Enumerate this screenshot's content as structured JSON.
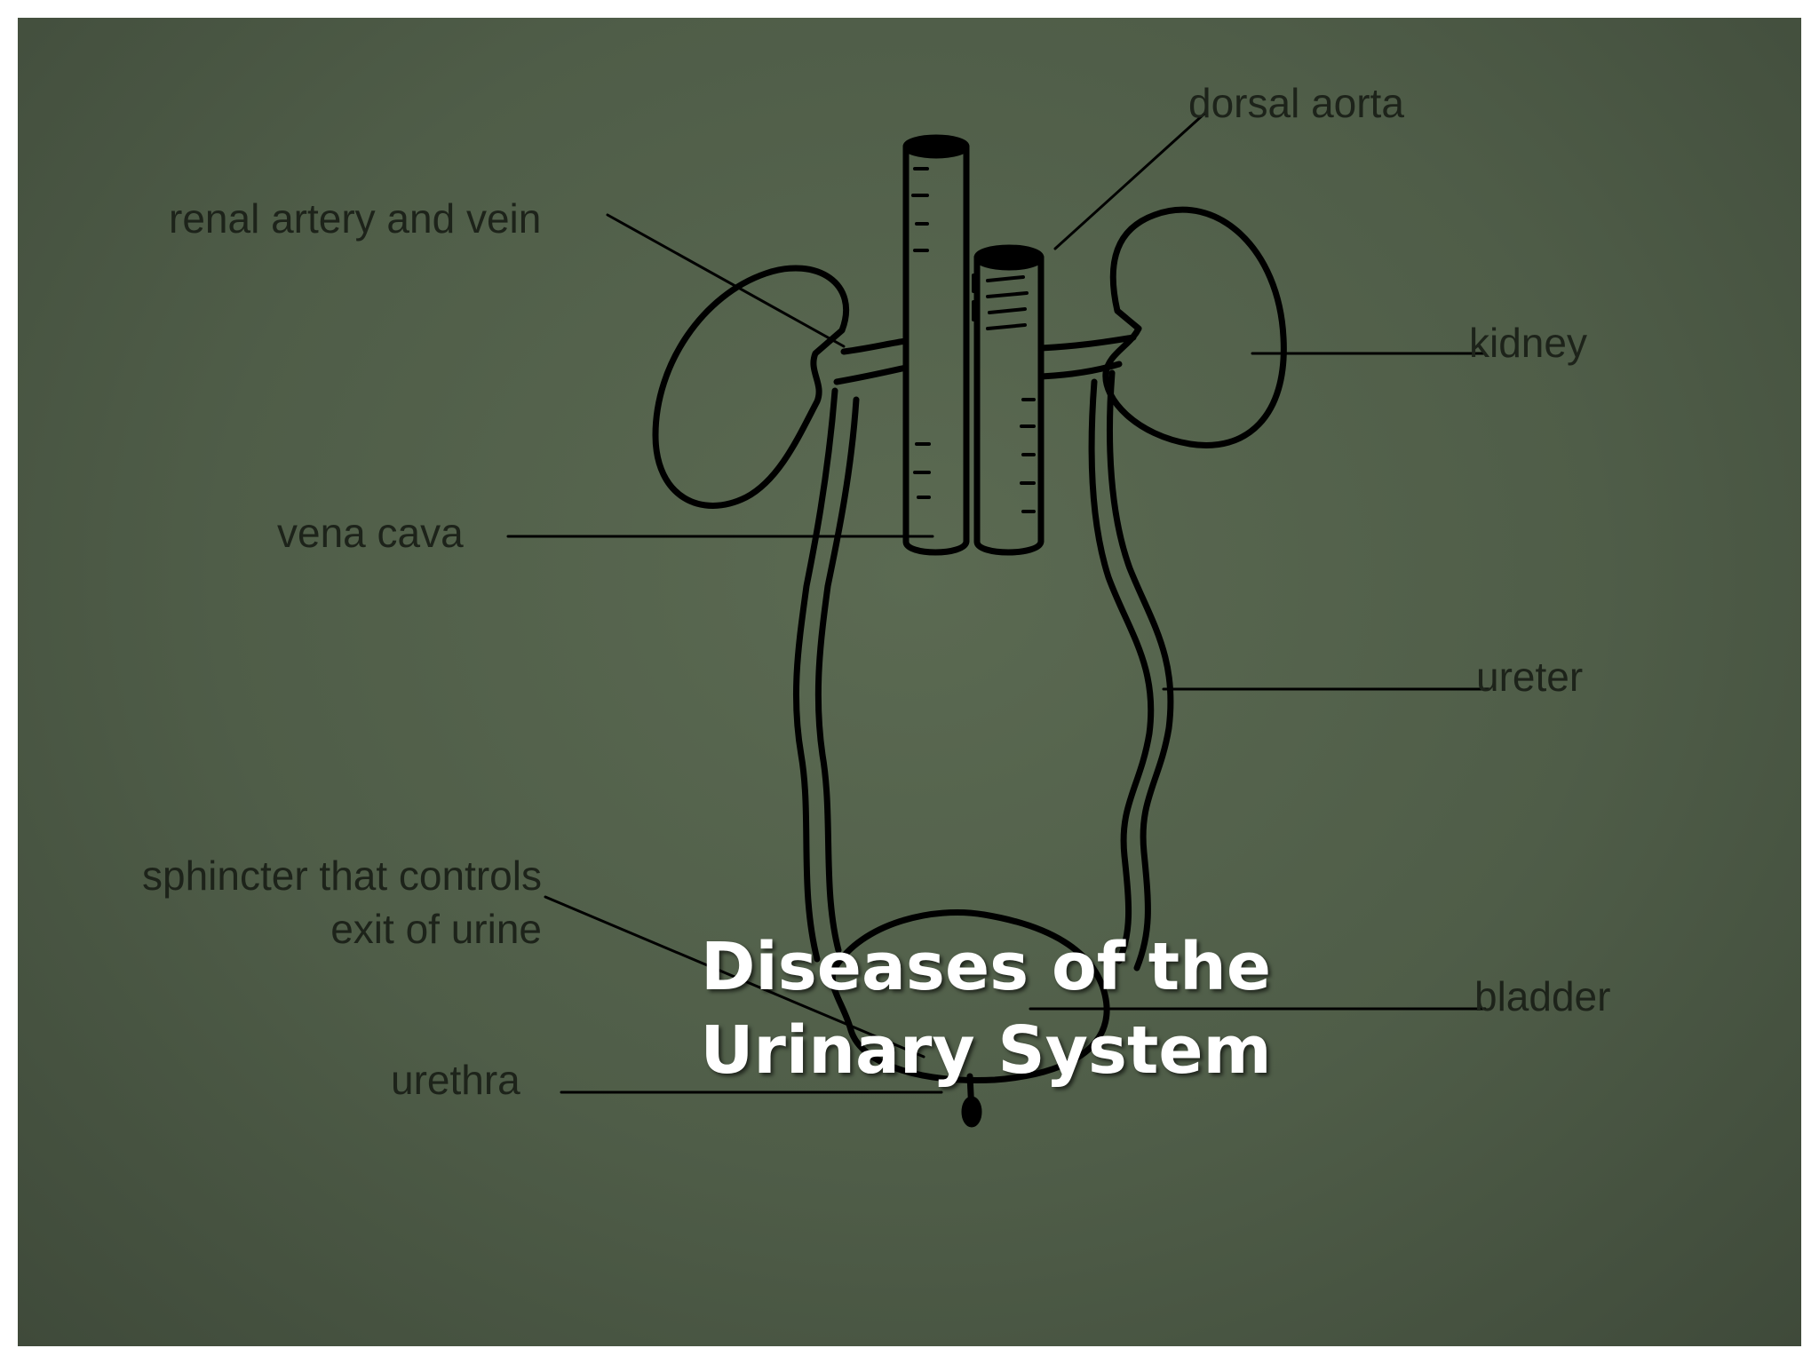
{
  "slide": {
    "title_line1": "Diseases of the",
    "title_line2": "Urinary System"
  },
  "labels": {
    "dorsal_aorta": "dorsal aorta",
    "renal_artery_and_vein": "renal artery and vein",
    "kidney": "kidney",
    "vena_cava": "vena cava",
    "ureter": "ureter",
    "sphincter_line1": "sphincter that controls",
    "sphincter_line2": "exit of urine",
    "bladder": "bladder",
    "urethra": "urethra"
  },
  "colors": {
    "background": "#4f5d48",
    "ink": "#000000",
    "label_text": "#1d231a",
    "title_text": "#ffffff"
  }
}
